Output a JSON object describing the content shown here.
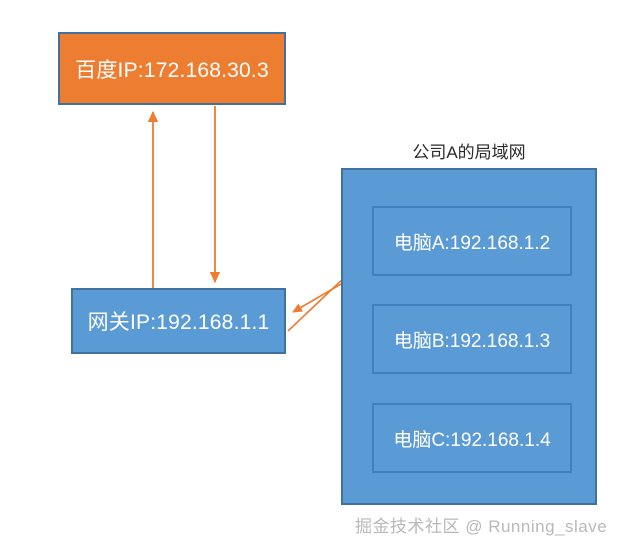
{
  "diagram": {
    "title": "公司A的局域网",
    "accent_orange": "#ED7D31",
    "accent_blue": "#5B9BD5",
    "border_color": "#41719C",
    "arrow_color": "#ED7D31"
  },
  "nodes": {
    "baidu": {
      "label": "百度IP:172.168.30.3"
    },
    "gateway": {
      "label": "网关IP:192.168.1.1"
    }
  },
  "lan": {
    "title": "公司A的局域网",
    "computers": [
      {
        "label": "电脑A:192.168.1.2"
      },
      {
        "label": "电脑B:192.168.1.3"
      },
      {
        "label": "电脑C:192.168.1.4"
      }
    ]
  },
  "edges": [
    {
      "name": "gateway-to-baidu",
      "direction": "up"
    },
    {
      "name": "baidu-to-gateway",
      "direction": "down"
    },
    {
      "name": "gateway-to-computer-a",
      "direction": "up-right"
    },
    {
      "name": "computer-a-to-gateway",
      "direction": "down-left"
    }
  ],
  "watermark": {
    "text": "掘金技术社区 @ Running_slave"
  }
}
